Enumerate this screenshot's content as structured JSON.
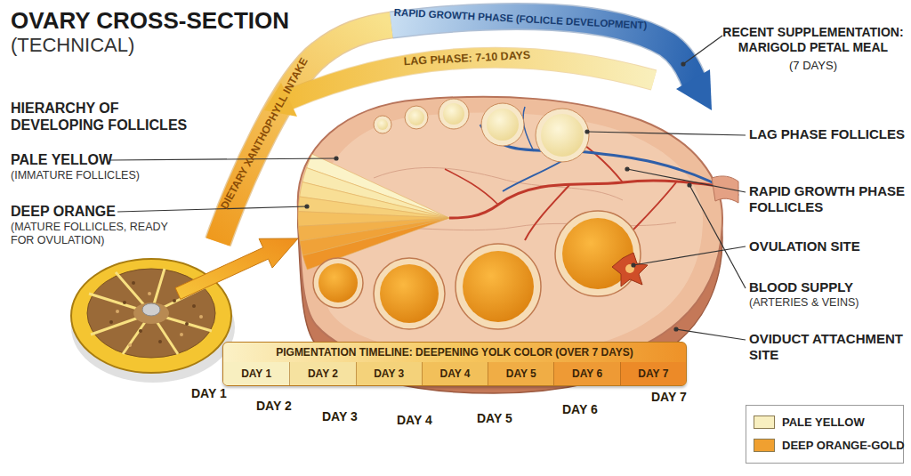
{
  "diagram": {
    "title": "OVARY CROSS-SECTION",
    "nodes": [
      {
        "text": [
          "PIGMENTATION TIMELINE: DEEPENING YOLK COLOR (OVER 7 DAYS)"
        ]
      },
      {
        "text": [
          "DAY 1"
        ],
        "in": 0
      },
      {
        "text": [
          "DAY 2"
        ],
        "in": 0
      },
      {
        "text": [
          "DAY 3"
        ],
        "in": 0
      },
      {
        "text": [
          "DAY 4"
        ],
        "in": 0
      },
      {
        "text": [
          "DAY 5"
        ],
        "in": 0
      },
      {
        "text": [
          "DAY 6"
        ],
        "in": 0
      },
      {
        "text": [
          "DAY 7"
        ],
        "in": 0
      }
    ],
    "labels": [
      "(TECHNICAL)",
      "DIETARY XANTHOPHYLL INTAKE",
      "RAPID GROWTH PHASE (FOLICLE DEVELOPMENT)",
      "LAG PHASE: 7-10 DAYS",
      "RECENT SUPPLEMENTATION: MARIGOLD PETAL MEAL",
      "(7 DAYS)",
      "HIERARCHY OF DEVELOPING FOLLICLES",
      "PALE YELLOW",
      "(IMMATURE FOLLICLES)",
      "DEEP ORANGE",
      "(MATURE FOLLICLES, READY FOR OVULATION)",
      "LAG PHASE FOLLICLES",
      "RAPID GROWTH PHASE FOLLICLES",
      "OVULATION SITE",
      "BLOOD SUPPLY",
      "(ARTERIES & VEINS)",
      "OVIDUCT ATTACHMENT SITE",
      "DAY 1",
      "DAY 2",
      "DAY 3",
      "DAY 4",
      "DAY 5",
      "DAY 6",
      "DAY 7"
    ],
    "legend": [
      {
        "text": "PALE YELLOW",
        "color": "#f8efc0"
      },
      {
        "text": "DEEP ORANGE-GOLD",
        "color": "#f0a030"
      }
    ]
  }
}
